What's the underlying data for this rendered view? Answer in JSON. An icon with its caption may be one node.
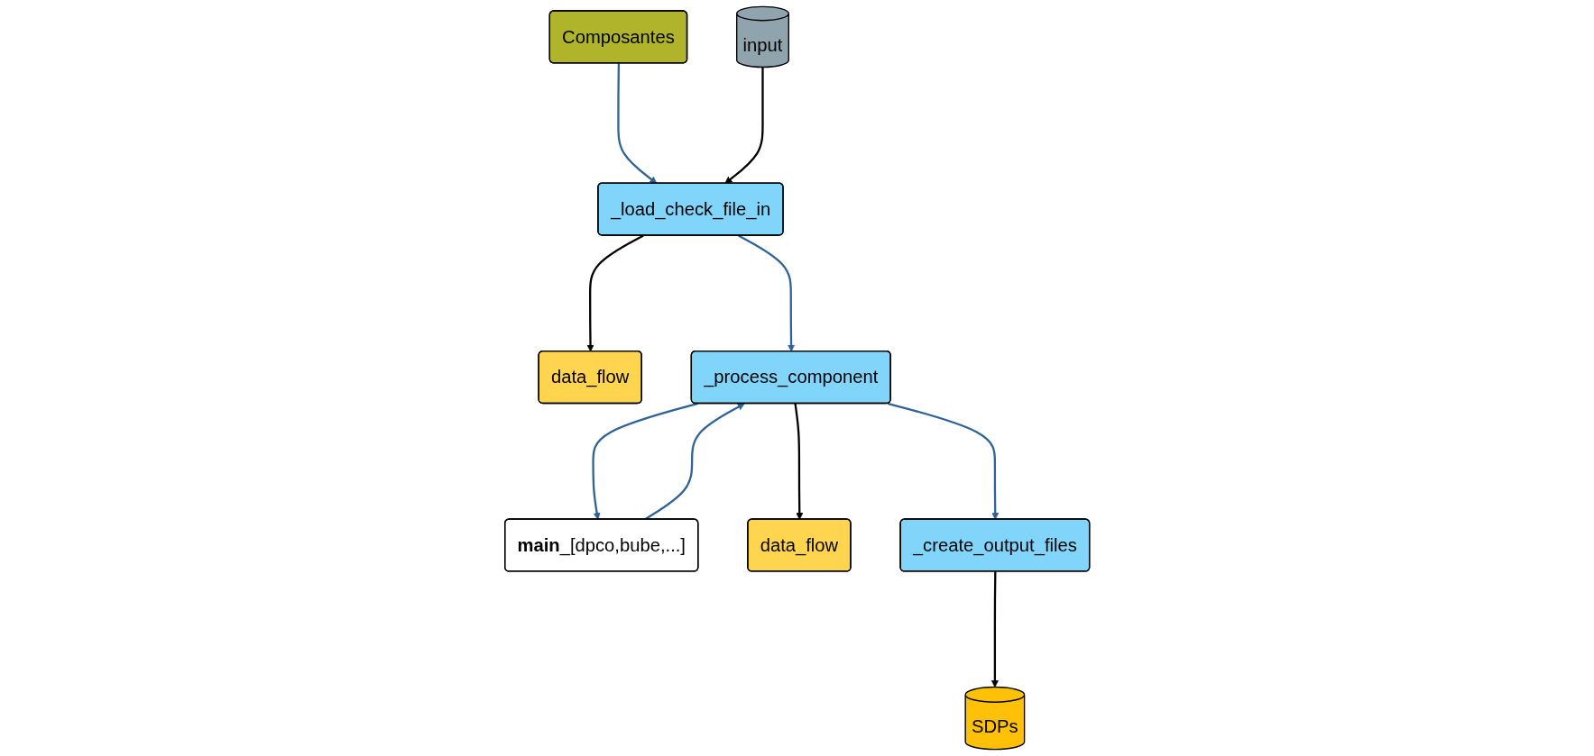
{
  "diagram": {
    "nodes": [
      {
        "text": [
          "_load_check_file_in"
        ]
      },
      {
        "text": [
          "input"
        ]
      },
      {
        "text": [
          "data_flow"
        ]
      },
      {
        "text": [
          "Composantes"
        ]
      },
      {
        "text": [
          "_process_component"
        ]
      },
      {
        "text": [
          "**main**_[dpco,bube,...]"
        ]
      },
      {
        "text": [
          "data_flow"
        ]
      },
      {
        "text": [
          "_create_output_files"
        ]
      },
      {
        "text": [
          "SDPs"
        ]
      }
    ],
    "edges": [
      {
        "from": 3,
        "to": 0,
        "arrow": "to"
      },
      {
        "from": 1,
        "to": 0,
        "arrow": "to",
        "color": "#000000"
      },
      {
        "from": 0,
        "to": 2,
        "arrow": "to",
        "color": "#000000"
      },
      {
        "from": 0,
        "to": 4,
        "arrow": "to"
      },
      {
        "from": 4,
        "to": 5,
        "arrow": "to"
      },
      {
        "from": 5,
        "to": 4,
        "arrow": "to"
      },
      {
        "from": 4,
        "to": 6,
        "arrow": "to",
        "color": "#000000"
      },
      {
        "from": 4,
        "to": 7,
        "arrow": "to"
      },
      {
        "from": 7,
        "to": 8,
        "arrow": "to",
        "color": "#000000"
      }
    ]
  }
}
